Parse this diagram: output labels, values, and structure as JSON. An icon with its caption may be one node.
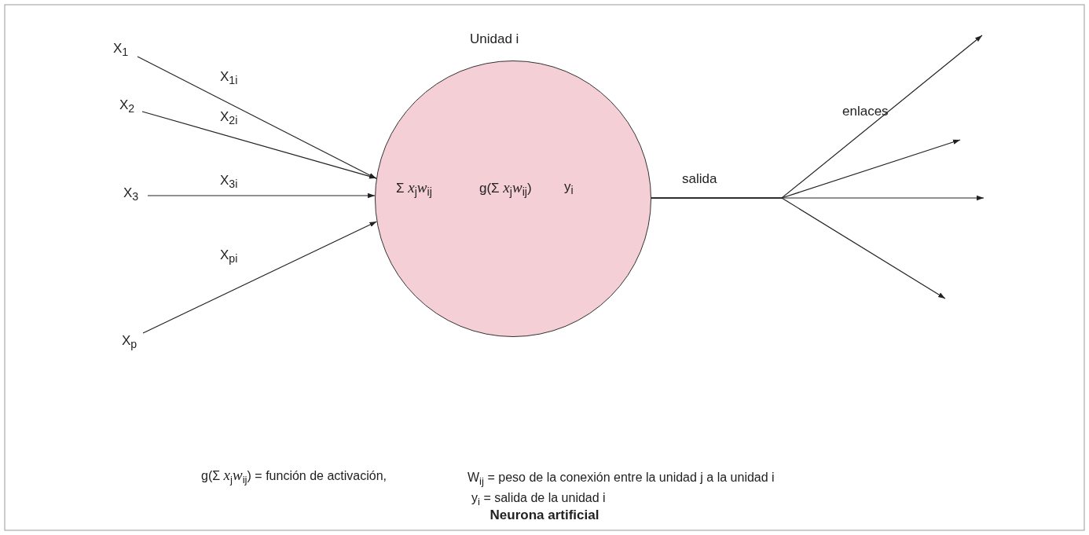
{
  "diagram": {
    "caption": "Neurona artificial",
    "nodes": [
      {
        "text": [
          "X$_{1}$"
        ]
      },
      {
        "text": [
          "X$_{2}$"
        ]
      },
      {
        "text": [
          "X$_{3}$"
        ]
      },
      {
        "text": [
          "X$_{p}$"
        ]
      },
      {
        "text": [
          "Unidad i"
        ]
      },
      {
        "text": [
          "Σ *x*$_{j}$*w*$_{ij}$"
        ],
        "in": 4
      },
      {
        "text": [
          "g(Σ *x*$_{j}$*w*$_{ij}$)"
        ],
        "in": 4
      },
      {
        "text": [
          "y$_{i}$"
        ],
        "in": 4
      }
    ],
    "edges": [
      {
        "from": 0,
        "to": 4,
        "arrow": "to",
        "label": "X$_{1i}$"
      },
      {
        "from": 1,
        "to": 4,
        "arrow": "to",
        "label": "X$_{2i}$"
      },
      {
        "from": 2,
        "to": 4,
        "arrow": "to",
        "label": "X$_{3i}$"
      },
      {
        "from": 3,
        "to": 4,
        "arrow": "to",
        "label": "X$_{pi}$"
      },
      {
        "from": 4,
        "to": null,
        "arrow": "to"
      },
      {
        "from": 4,
        "to": null,
        "arrow": "to"
      },
      {
        "from": 4,
        "to": null,
        "arrow": "to"
      },
      {
        "from": 4,
        "to": null,
        "arrow": "to"
      }
    ],
    "labels": [
      "salida",
      "enlaces",
      "g(Σ *x*$_{j}$*w*$_{ij}$) = función de activación,",
      "W$_{ij}$ = peso de la conexión entre la unidad j a la unidad i",
      "y$_{i}$ = salida de la unidad i"
    ]
  }
}
